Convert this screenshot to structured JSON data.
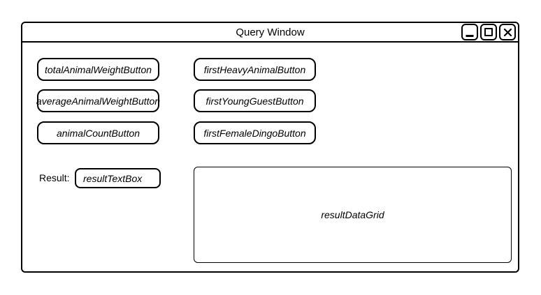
{
  "window": {
    "title": "Query Window",
    "controls": {
      "minimize": "minimize",
      "maximize": "maximize",
      "close": "close"
    }
  },
  "buttons": {
    "left": [
      "totalAnimalWeightButton",
      "averageAnimalWeightButton",
      "animalCountButton"
    ],
    "right": [
      "firstHeavyAnimalButton",
      "firstYoungGuestButton",
      "firstFemaleDingoButton"
    ]
  },
  "result": {
    "label": "Result:",
    "textbox_text": "resultTextBox"
  },
  "datagrid": {
    "label": "resultDataGrid"
  },
  "colors": {
    "border": "#000000",
    "background": "#ffffff",
    "text": "#000000"
  }
}
